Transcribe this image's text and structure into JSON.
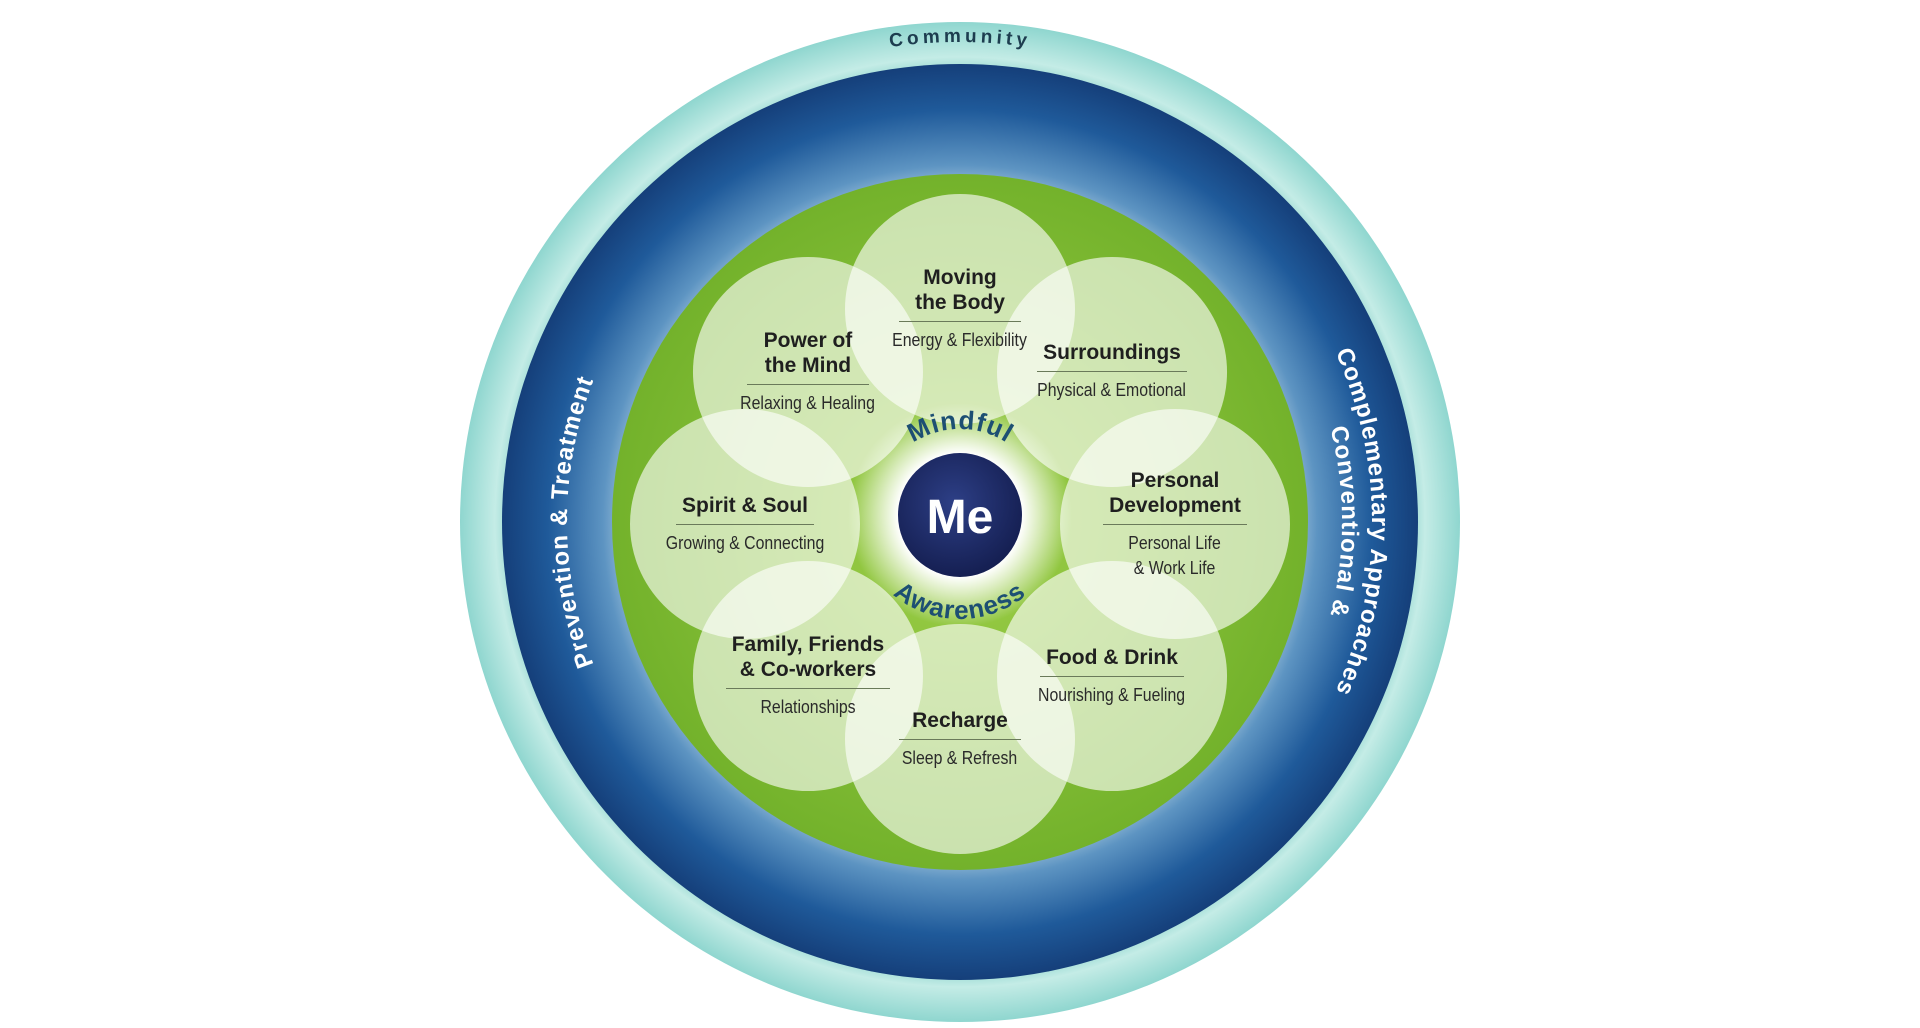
{
  "diagram": {
    "outer_ring_label": "Community",
    "left_ring_label": "Prevention & Treatment",
    "right_ring_label_line1": "Conventional &",
    "right_ring_label_line2": "Complementary Approaches",
    "center_label": "Me",
    "upper_arc_label": "Mindful",
    "lower_arc_label": "Awareness",
    "petals": [
      {
        "id": "moving-the-body",
        "title": "Moving\nthe Body",
        "subtitle": "Energy & Flexibility"
      },
      {
        "id": "surroundings",
        "title": "Surroundings",
        "subtitle": "Physical & Emotional"
      },
      {
        "id": "personal-development",
        "title": "Personal\nDevelopment",
        "subtitle": "Personal Life\n& Work Life"
      },
      {
        "id": "food-and-drink",
        "title": "Food & Drink",
        "subtitle": "Nourishing & Fueling"
      },
      {
        "id": "recharge",
        "title": "Recharge",
        "subtitle": "Sleep & Refresh"
      },
      {
        "id": "family-friends-coworkers",
        "title": "Family, Friends\n& Co-workers",
        "subtitle": "Relationships"
      },
      {
        "id": "spirit-and-soul",
        "title": "Spirit & Soul",
        "subtitle": "Growing & Connecting"
      },
      {
        "id": "power-of-the-mind",
        "title": "Power of\nthe Mind",
        "subtitle": "Relaxing & Healing"
      }
    ],
    "colors": {
      "outer_ring": "#8fd6cf",
      "middle_ring": "#1f5a9a",
      "green_disc": "#7ab82b",
      "petal_fill": "#e6f2d0",
      "center_circle": "#1b2a63",
      "ring_text": "#ffffff",
      "arc_text": "#1d4f73"
    }
  }
}
